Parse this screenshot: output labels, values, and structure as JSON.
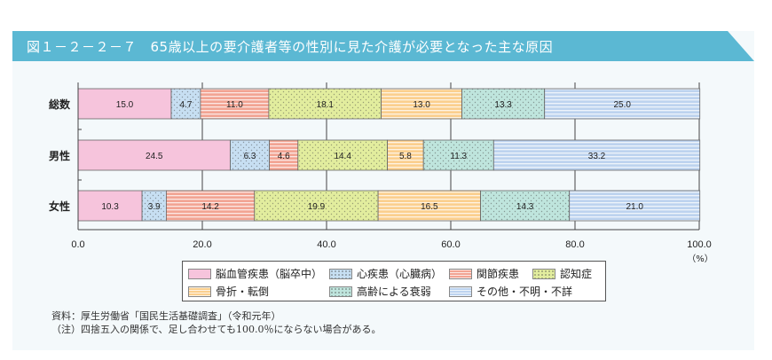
{
  "title": "図１－２－２－７　65歳以上の要介護者等の性別に見た介護が必要となった主な原因",
  "colors": {
    "title_bar": "#5bb8d3",
    "panel": "#f4f9fb",
    "series": [
      "#f6c4dc",
      "#c7dff2",
      "#f2a493",
      "#e2ed9e",
      "#fbcf8e",
      "#bfe5dd",
      "#bdd3ef"
    ]
  },
  "chart_data": {
    "type": "bar",
    "orientation": "horizontal",
    "stacked": true,
    "categories": [
      "総数",
      "男性",
      "女性"
    ],
    "series": [
      {
        "name": "脳血管疾患（脳卒中）",
        "values": [
          15.0,
          24.5,
          10.3
        ],
        "pattern": "solid"
      },
      {
        "name": "心疾患（心臓病）",
        "values": [
          4.7,
          6.3,
          3.9
        ],
        "pattern": "dots"
      },
      {
        "name": "関節疾患",
        "values": [
          11.0,
          4.6,
          14.2
        ],
        "pattern": "hlines"
      },
      {
        "name": "認知症",
        "values": [
          18.1,
          14.4,
          19.9
        ],
        "pattern": "dots"
      },
      {
        "name": "骨折・転倒",
        "values": [
          13.0,
          5.8,
          16.5
        ],
        "pattern": "hlines"
      },
      {
        "name": "高齢による衰弱",
        "values": [
          13.3,
          11.3,
          14.3
        ],
        "pattern": "dots"
      },
      {
        "name": "その他・不明・不詳",
        "values": [
          25.0,
          33.2,
          21.0
        ],
        "pattern": "hlines"
      }
    ],
    "value_labels": [
      [
        "15.0",
        "4.7",
        "11.0",
        "18.1",
        "13.0",
        "13.3",
        "25.0"
      ],
      [
        "24.5",
        "6.3",
        "4.6",
        "14.4",
        "5.8",
        "11.3",
        "33.2"
      ],
      [
        "10.3",
        "3.9",
        "14.2",
        "19.9",
        "16.5",
        "14.3",
        "21.0"
      ]
    ],
    "xlim": [
      0,
      100
    ],
    "ticks": [
      "0.0",
      "20.0",
      "40.0",
      "60.0",
      "80.0",
      "100.0"
    ],
    "unit": "（%）",
    "grid": true,
    "legend_position": "bottom"
  },
  "notes": [
    "資料：厚生労働省「国民生活基礎調査」（令和元年）",
    "（注）四捨五入の関係で、足し合わせても100.0％にならない場合がある。"
  ]
}
